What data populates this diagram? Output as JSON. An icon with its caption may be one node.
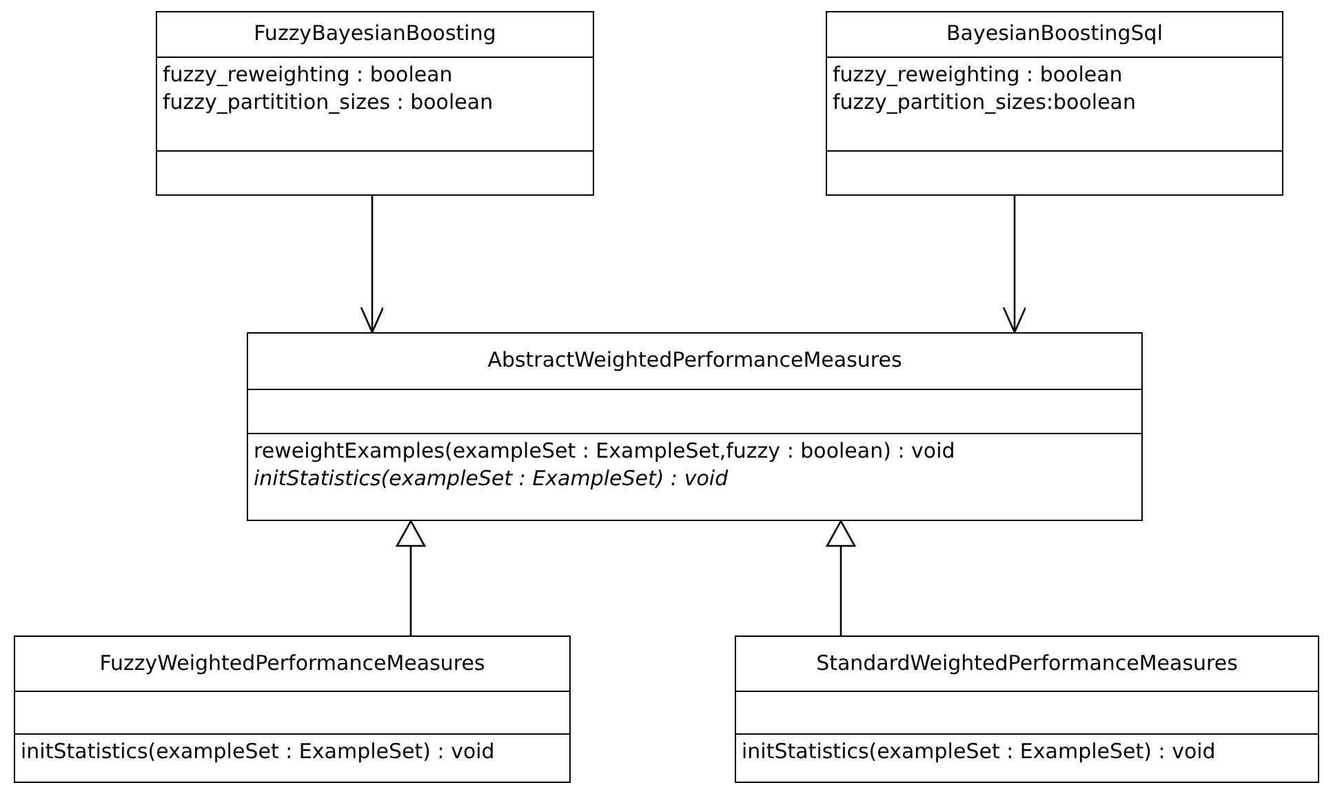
{
  "diagram": {
    "nodes": [
      {
        "text": [
          "FuzzyBayesianBoosting",
          "fuzzy_reweighting : boolean",
          "fuzzy_partitition_sizes : boolean"
        ]
      },
      {
        "text": [
          "BayesianBoostingSql",
          "fuzzy_reweighting : boolean",
          "fuzzy_partition_sizes:boolean"
        ]
      },
      {
        "text": [
          "AbstractWeightedPerformanceMeasures",
          "reweightExamples(exampleSet : ExampleSet,fuzzy : boolean) : void",
          "initStatistics(exampleSet : ExampleSet) : void"
        ]
      },
      {
        "text": [
          "FuzzyWeightedPerformanceMeasures",
          "initStatistics(exampleSet : ExampleSet) : void"
        ]
      },
      {
        "text": [
          "StandardWeightedPerformanceMeasures",
          "initStatistics(exampleSet : ExampleSet) : void"
        ]
      }
    ],
    "edges": [
      {
        "from": 0,
        "to": 2,
        "arrow": "to"
      },
      {
        "from": 1,
        "to": 2,
        "arrow": "to"
      },
      {
        "from": 3,
        "to": 2,
        "arrow": "to"
      },
      {
        "from": 4,
        "to": 2,
        "arrow": "to"
      }
    ]
  }
}
